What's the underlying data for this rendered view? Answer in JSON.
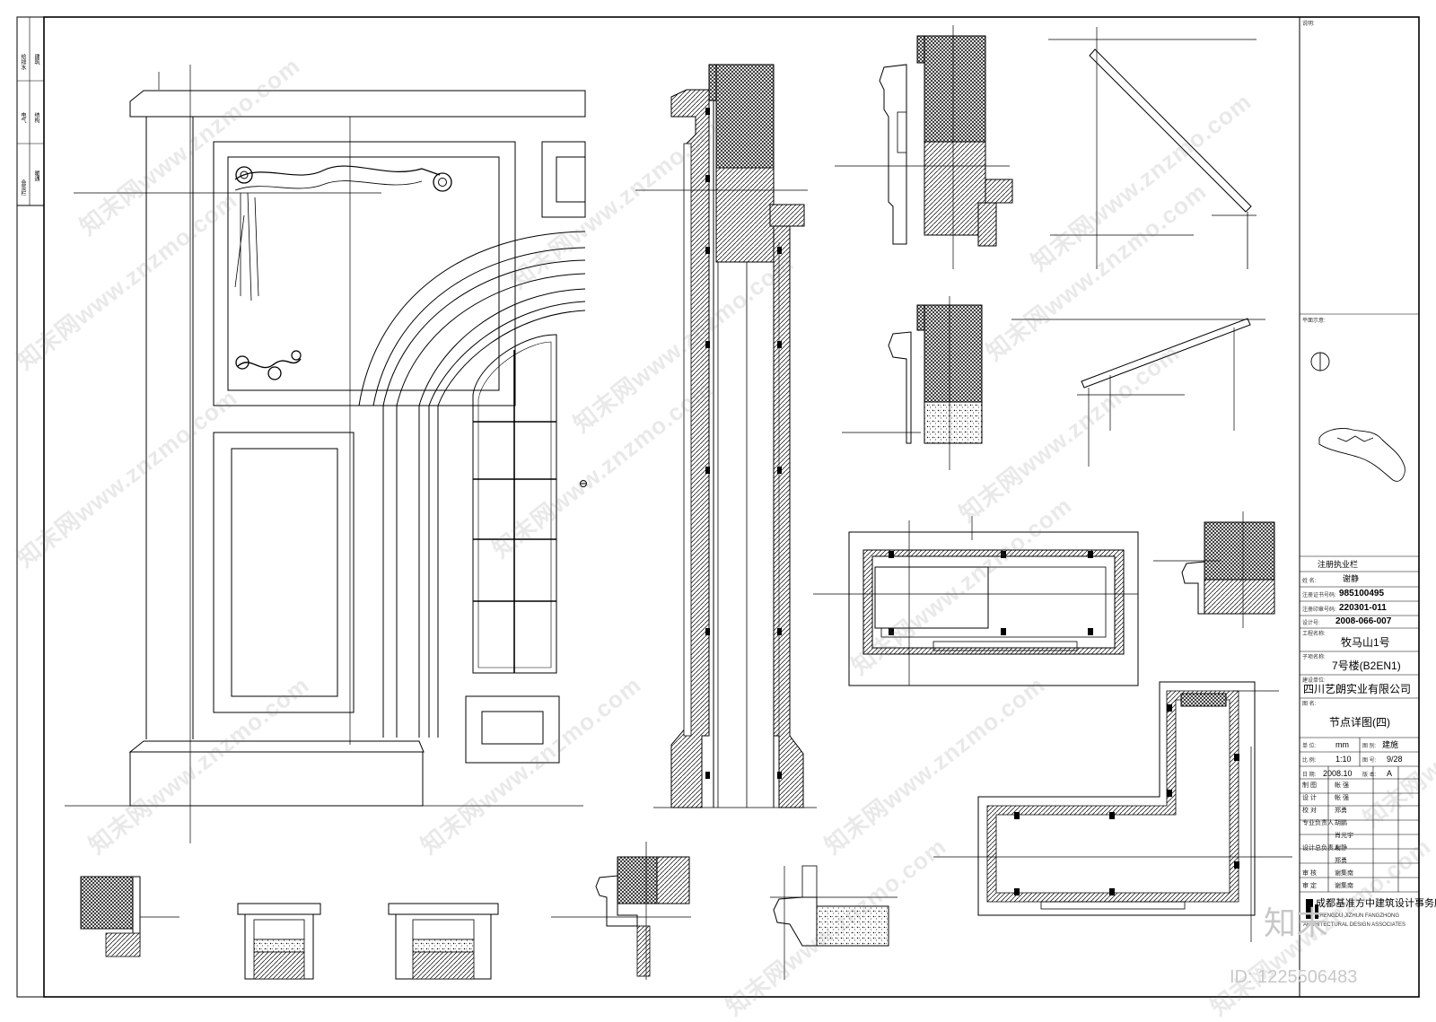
{
  "title_block": {
    "notes_label": "说明:",
    "plan_label": "平面示意:",
    "registration_label": "注册执业栏",
    "name_label": "姓    名:",
    "name_value": "谢静",
    "reg_cert_label": "注册证书号码:",
    "reg_cert_value": "985100495",
    "reg_seal_label": "注册印章号码:",
    "reg_seal_value": "220301-011",
    "design_no_label": "设计号:",
    "design_no_value": "2008-066-007",
    "project_label": "工程名称:",
    "project_value": "牧马山1号",
    "subproject_label": "子项名称:",
    "subproject_value": "7号楼(B2EN1)",
    "client_label": "建设单位:",
    "client_value": "四川艺朗实业有限公司",
    "drawing_label": "图    名:",
    "drawing_value": "节点详图(四)",
    "unit_label": "单 位:",
    "unit_value": "mm",
    "category_label": "图 别:",
    "category_value": "建施",
    "scale_label": "比 例:",
    "scale_value": "1:10",
    "sheet_label": "图 号:",
    "sheet_value": "9/28",
    "date_label": "日 期:",
    "date_value": "2008.10",
    "version_label": "版 本:",
    "version_value": "A",
    "signoff": [
      {
        "role": "制    图",
        "name": "帐 强"
      },
      {
        "role": "设    计",
        "name": "帐 强"
      },
      {
        "role": "校    对",
        "name": "郑勇"
      },
      {
        "role": "专业负责人",
        "name": "胡鹏"
      },
      {
        "role": "",
        "name": "肖光宇"
      },
      {
        "role": "设计总负责人",
        "name": "谢静"
      },
      {
        "role": "",
        "name": "郑勇"
      },
      {
        "role": "审    核",
        "name": "谢集南"
      },
      {
        "role": "审    定",
        "name": "谢集南"
      }
    ],
    "firm_cn": "成都基准方中建筑设计事务所",
    "firm_en_1": "CHENGDU JIZHUN FANGZHONG",
    "firm_en_2": "ARCHITECTURAL DESIGN ASSOCIATES"
  },
  "left_strip": [
    "会签栏",
    "建筑",
    "结构",
    "给排水",
    "电气",
    "暖通"
  ],
  "watermark": "知末网www.znzmo.com",
  "id_label": "ID: 1225506483",
  "brand_mark": "知末"
}
